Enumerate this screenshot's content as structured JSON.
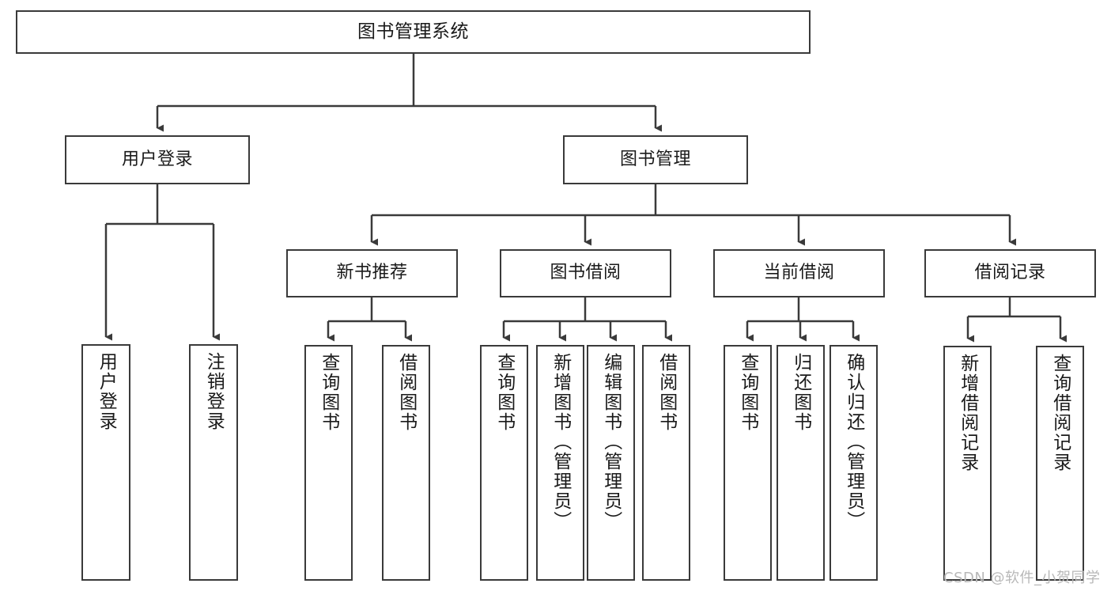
{
  "diagram": {
    "title": "图书管理系统",
    "type": "hierarchy-tree",
    "watermark": "CSDN @软件_小贺同学",
    "colors": {
      "box_border": "#3a3a3a",
      "box_fill": "#ffffff",
      "connector": "#3a3a3a",
      "text": "#1a1a1a",
      "watermark": "#b8b8b8"
    },
    "nodes": {
      "root": {
        "label": "图书管理系统",
        "orientation": "horizontal"
      },
      "level1": [
        {
          "label": "用户登录",
          "orientation": "horizontal"
        },
        {
          "label": "图书管理",
          "orientation": "horizontal"
        }
      ],
      "level2": [
        {
          "label": "新书推荐",
          "orientation": "horizontal"
        },
        {
          "label": "图书借阅",
          "orientation": "horizontal"
        },
        {
          "label": "当前借阅",
          "orientation": "horizontal"
        },
        {
          "label": "借阅记录",
          "orientation": "horizontal"
        }
      ],
      "leaves_user_login": [
        {
          "label": "用户登录",
          "orientation": "vertical"
        },
        {
          "label": "注销登录",
          "orientation": "vertical"
        }
      ],
      "leaves_new_book": [
        {
          "label": "查询图书",
          "orientation": "vertical"
        },
        {
          "label": "借阅图书",
          "orientation": "vertical"
        }
      ],
      "leaves_borrow": [
        {
          "label": "查询图书",
          "orientation": "vertical"
        },
        {
          "label": "新增图书（管理员）",
          "orientation": "vertical"
        },
        {
          "label": "编辑图书（管理员）",
          "orientation": "vertical"
        },
        {
          "label": "借阅图书",
          "orientation": "vertical"
        }
      ],
      "leaves_current": [
        {
          "label": "查询图书",
          "orientation": "vertical"
        },
        {
          "label": "归还图书",
          "orientation": "vertical"
        },
        {
          "label": "确认归还（管理员）",
          "orientation": "vertical"
        }
      ],
      "leaves_records": [
        {
          "label": "新增借阅记录",
          "orientation": "vertical"
        },
        {
          "label": "查询借阅记录",
          "orientation": "vertical"
        }
      ]
    }
  }
}
